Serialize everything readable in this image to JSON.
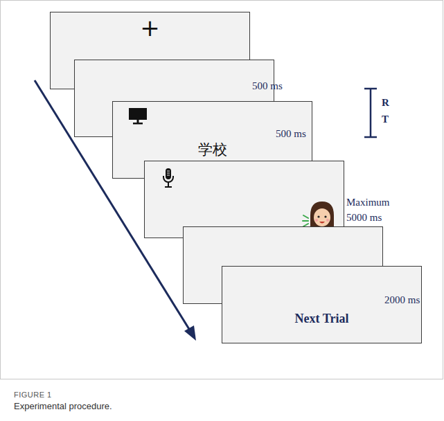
{
  "diagram": {
    "caption": "Experimental procedure.",
    "nodes": [
      {
        "text": [
          "+"
        ]
      },
      {
        "text": [
          "学校"
        ]
      },
      {
        "text": [
          "Next Trial"
        ]
      }
    ],
    "labels": [
      "500 ms",
      "500 ms",
      "R T",
      "Maximum 5000 ms",
      "2000 ms",
      "FIGURE 1"
    ]
  }
}
